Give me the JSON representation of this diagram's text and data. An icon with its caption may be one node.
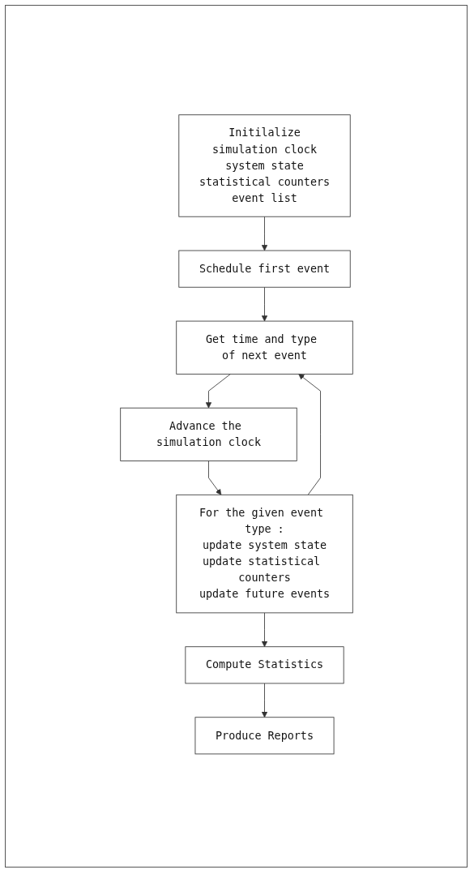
{
  "diagram": {
    "nodes": [
      {
        "text": [
          "Initilalize",
          "simulation clock",
          "system state",
          "statistical counters",
          "event list"
        ]
      },
      {
        "text": [
          "Schedule first event"
        ]
      },
      {
        "text": [
          "Get time and type of next event"
        ]
      },
      {
        "text": [
          "Advance the simulation clock"
        ]
      },
      {
        "text": [
          "For the given event type :",
          "update system state",
          "update statistical counters",
          "update future events"
        ]
      },
      {
        "text": [
          "Compute Statistics"
        ]
      },
      {
        "text": [
          "Produce Reports"
        ]
      }
    ],
    "edges": [
      {
        "from": 0,
        "to": 1,
        "arrow": "to"
      },
      {
        "from": 1,
        "to": 2,
        "arrow": "to"
      },
      {
        "from": 2,
        "to": 3,
        "arrow": "to"
      },
      {
        "from": 3,
        "to": 4,
        "arrow": "to"
      },
      {
        "from": 4,
        "to": 2,
        "arrow": "to"
      },
      {
        "from": 4,
        "to": 5,
        "arrow": "to"
      },
      {
        "from": 5,
        "to": 6,
        "arrow": "to"
      }
    ]
  }
}
